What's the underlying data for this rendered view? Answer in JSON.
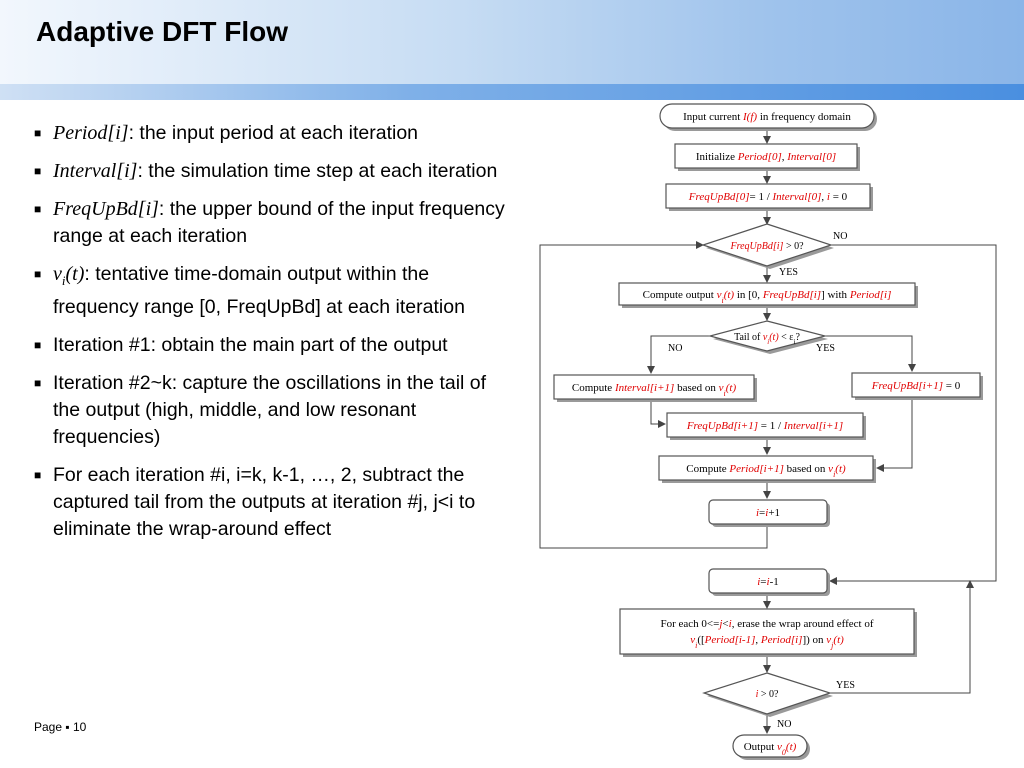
{
  "slide": {
    "title": "Adaptive DFT Flow",
    "footer": "Page ▪ 10"
  },
  "bullets": [
    {
      "term": "Period[i]",
      "text": ": the input period at each iteration"
    },
    {
      "term": "Interval[i]",
      "text": ": the simulation time step at each iteration"
    },
    {
      "term": "FreqUpBd[i]",
      "text": ": the upper bound of the input frequency range at each iteration"
    },
    {
      "term_base": "v",
      "term_sub": "i",
      "term_tail": "(t)",
      "text": ": tentative time-domain output within the frequency range [0, FreqUpBd] at each iteration"
    },
    {
      "text": "Iteration #1: obtain the main part of the output"
    },
    {
      "text": "Iteration #2~k: capture the oscillations in the tail of the output (high, middle, and low resonant frequencies)"
    },
    {
      "text": "For each iteration #i, i=k, k-1, …, 2, subtract the captured tail from the outputs at iteration #j, j<i to eliminate the wrap-around effect"
    }
  ],
  "flowchart": {
    "start": {
      "t1": "Input current ",
      "r1": "I(f)",
      "t2": " in frequency domain"
    },
    "init": {
      "t1": "Initialize ",
      "r1": "Period[0]",
      "t2": ", ",
      "r2": "Interval[0]"
    },
    "freq0": {
      "r1": "FreqUpBd[0]",
      "t1": "= 1 / ",
      "r2": "Interval[0]",
      "t2": ",  ",
      "r3": "i",
      "t3": " = 0"
    },
    "decision1": {
      "r1": "FreqUpBd[i]",
      "t1": " > 0?"
    },
    "d1_no": "NO",
    "d1_yes": "YES",
    "compute_output": {
      "t1": "Compute output ",
      "r1": "v",
      "s1": "i",
      "r1b": "(t)",
      "t2": " in [0, ",
      "r2": "FreqUpBd[i]",
      "t3": "] with ",
      "r3": "Period[i]"
    },
    "decision2": {
      "t1": "Tail of ",
      "r1": "v",
      "s1": "i",
      "r1b": "(t)",
      "t2": " < ε",
      "s2": "i",
      "t3": "?"
    },
    "d2_no": "NO",
    "d2_yes": "YES",
    "compute_interval": {
      "t1": "Compute ",
      "r1": "Interval[i+1]",
      "t2": " based on ",
      "r2": "v",
      "s2": "i",
      "r2b": "(t)"
    },
    "freq_zero": {
      "r1": "FreqUpBd[i+1]",
      "t1": " = 0"
    },
    "freq_next": {
      "r1": "FreqUpBd[i+1]",
      "t1": " = 1 / ",
      "r2": "Interval[i+1]"
    },
    "compute_period": {
      "t1": "Compute ",
      "r1": "Period[i+1]",
      "t2": " based on ",
      "r2": "v",
      "s2": "i",
      "r2b": "(t)"
    },
    "incr": {
      "r1": "i",
      "t1": "=",
      "r2": "i",
      "t2": "+1"
    },
    "decr": {
      "r1": "i",
      "t1": "=",
      "r2": "i",
      "t2": "-1"
    },
    "erase": {
      "line1": {
        "t1": "For each 0<=",
        "r1": "j",
        "t2": "<",
        "r2": "i",
        "t3": ", erase the wrap around effect of"
      },
      "line2": {
        "r1": "v",
        "s1": "i",
        "t1": "([",
        "r2": "Period[i-1]",
        "t2": ", ",
        "r3": "Period[i]",
        "t3": "]) on ",
        "r4": "v",
        "s4": "j",
        "r4b": "(t)"
      }
    },
    "decision3": {
      "r1": "i",
      "t1": " > 0?"
    },
    "d3_yes": "YES",
    "d3_no": "NO",
    "output": {
      "t1": "Output ",
      "r1": "v",
      "s1": "0",
      "r1b": "(t)"
    }
  }
}
